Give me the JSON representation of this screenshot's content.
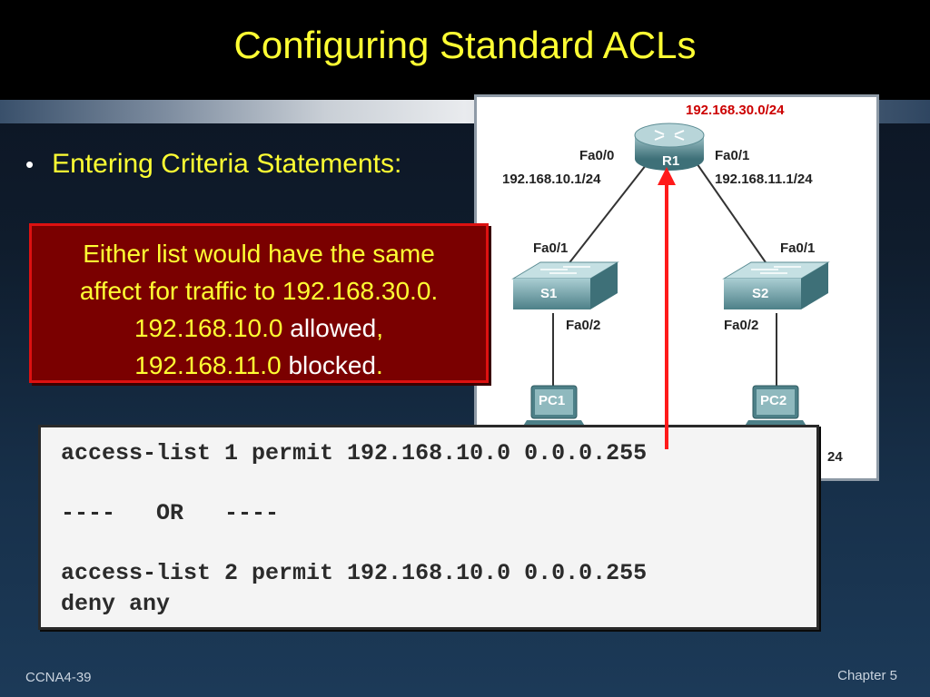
{
  "slide": {
    "title": "Configuring Standard ACLs",
    "bullet": "Entering Criteria Statements:",
    "footer_left": "CCNA4-39",
    "footer_right": "Chapter 5"
  },
  "diagram": {
    "top_network": "192.168.30.0/24",
    "router": "R1",
    "r1_left_port": "Fa0/0",
    "r1_left_ip": "192.168.10.1/24",
    "r1_right_port": "Fa0/1",
    "r1_right_ip": "192.168.11.1/24",
    "s1_up_port": "Fa0/1",
    "s1_name": "S1",
    "s1_down_port": "Fa0/2",
    "s2_up_port": "Fa0/1",
    "s2_name": "S2",
    "s2_down_port": "Fa0/2",
    "pc1": "PC1",
    "pc2": "PC2",
    "right_fragment": "24"
  },
  "callout": {
    "line1": "Either list would have the same",
    "line2": "affect for traffic to 192.168.30.0.",
    "line3_a": "192.168.10.0",
    "line3_b": " allowed",
    "line3_c": ",",
    "line4_a": "192.168.11.0",
    "line4_b": " blocked",
    "line4_c": "."
  },
  "code": {
    "line1": "access-list 1 permit 192.168.10.0 0.0.0.255",
    "line2": "----   OR   ----",
    "line3": "access-list 2 permit 192.168.10.0 0.0.0.255",
    "line4": "deny any"
  },
  "colors": {
    "title": "#ffff33",
    "callout_bg": "#7a0000",
    "callout_border": "#dd1111",
    "arrow": "#ff1a1a"
  }
}
